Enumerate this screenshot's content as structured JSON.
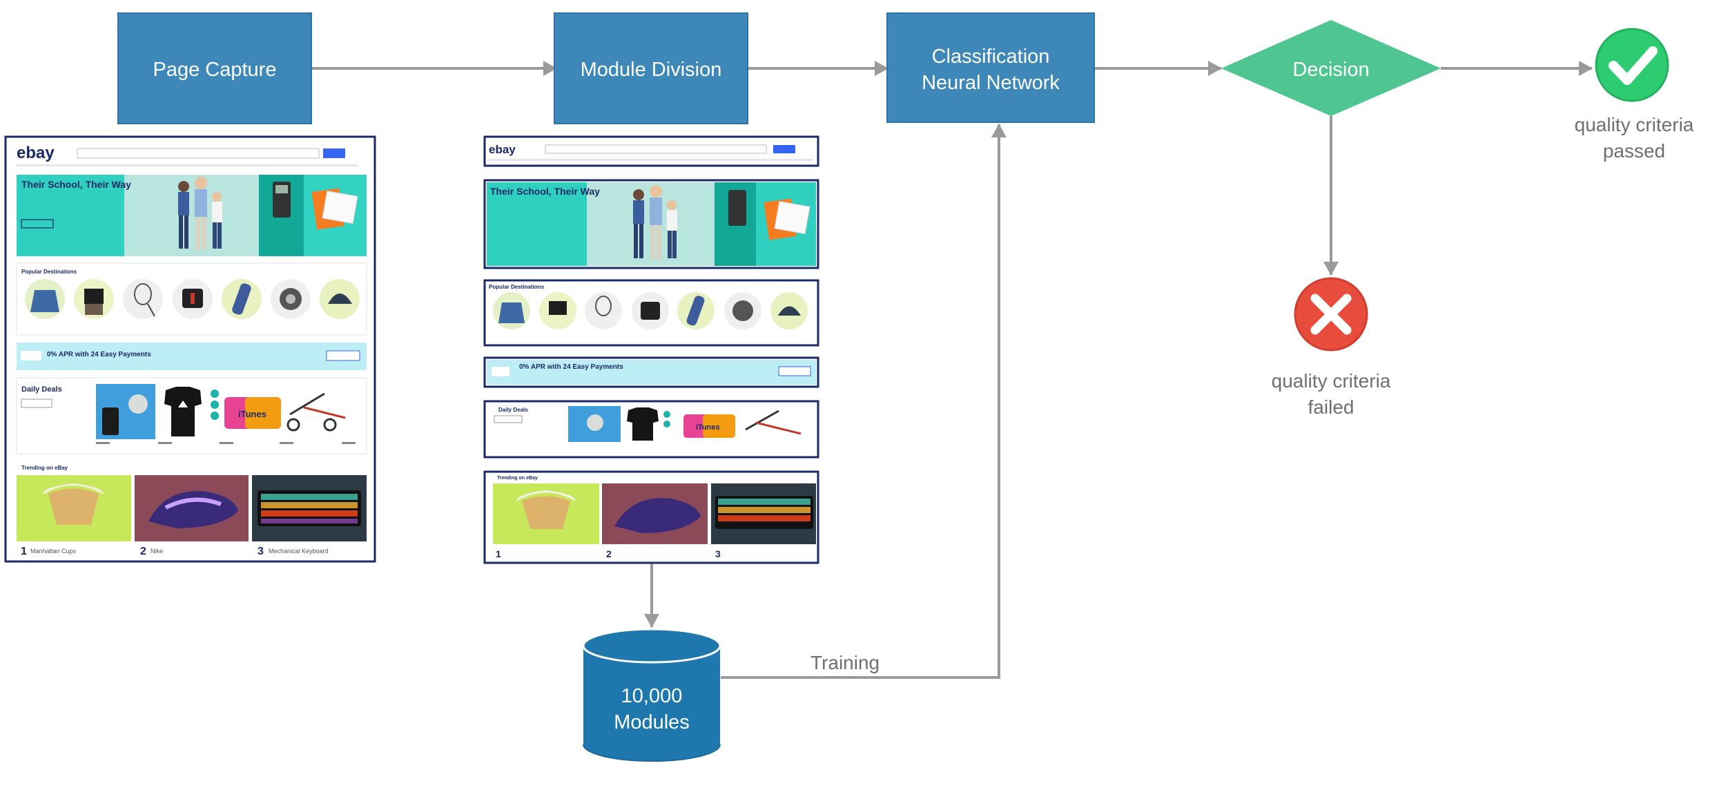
{
  "nodes": {
    "page_capture": "Page Capture",
    "module_division": "Module Division",
    "classification_line1": "Classification",
    "classification_line2": "Neural Network",
    "decision": "Decision",
    "database_line1": "10,000",
    "database_line2": "Modules"
  },
  "edges": {
    "training": "Training"
  },
  "outcomes": {
    "passed_line1": "quality criteria",
    "passed_line2": "passed",
    "failed_line1": "quality criteria",
    "failed_line2": "failed"
  },
  "colors": {
    "process_box": "#3d88b9",
    "decision": "#4fc592",
    "database": "#1f78ad",
    "pass": "#2ecc71",
    "fail": "#e74c3c",
    "arrow": "#9a9a9a"
  },
  "screenshot": {
    "banner_title": "Their School, Their Way",
    "section_popular": "Popular Destinations",
    "promo": "0% APR with 24 Easy Payments",
    "section_deals": "Daily Deals",
    "itunes": "iTunes",
    "section_trending": "Trending on eBay",
    "trend_1": "1",
    "trend_2": "2",
    "trend_3": "3",
    "trend_1_label": "Manhattan Cups",
    "trend_2_label": "Nike",
    "trend_3_label": "Mechanical Keyboard",
    "logo": "ebay"
  },
  "modules": {
    "banner_title": "Their School, Their Way",
    "section_popular": "Popular Destinations",
    "promo": "0% APR with 24 Easy Payments",
    "section_deals": "Daily Deals",
    "itunes": "iTunes",
    "section_trending": "Trending on eBay",
    "trend_1": "1",
    "trend_2": "2",
    "trend_3": "3"
  }
}
